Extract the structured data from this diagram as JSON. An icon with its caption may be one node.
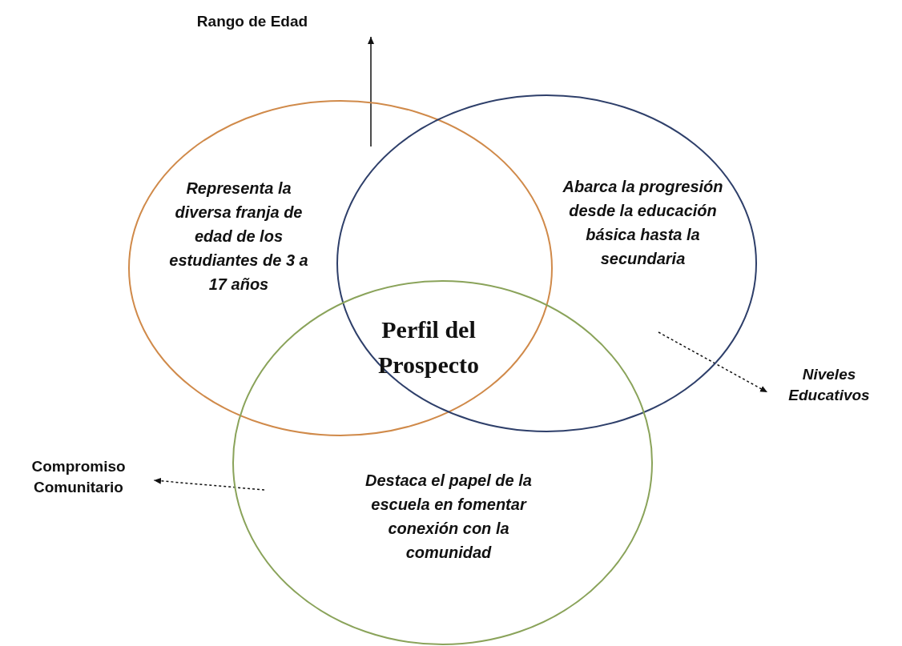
{
  "diagram": {
    "nodes": [
      {
        "text": [
          "Representa la diversa franja de edad de los estudiantes de 3 a 17 años"
        ]
      },
      {
        "text": [
          "Abarca la progresión desde la educación básica hasta la secundaria"
        ]
      },
      {
        "text": [
          "Destaca el papel de la escuela en fomentar conexión con la comunidad"
        ]
      },
      {
        "text": [
          "Perfil del Prospecto"
        ]
      },
      {
        "text": [
          "Rango de Edad"
        ]
      },
      {
        "text": [
          "Niveles Educativos"
        ]
      },
      {
        "text": [
          "Compromiso Comunitario"
        ]
      }
    ],
    "edges": [
      {
        "from": 0,
        "to": 4,
        "arrow": "to"
      },
      {
        "from": 1,
        "to": 5,
        "arrow": "to",
        "style": "dashed"
      },
      {
        "from": 2,
        "to": 6,
        "arrow": "to",
        "style": "dashed"
      }
    ]
  }
}
